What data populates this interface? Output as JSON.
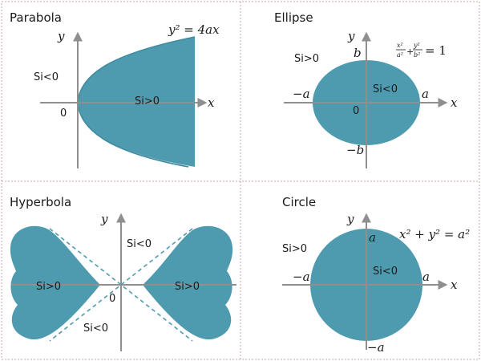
{
  "panels": {
    "parabola": {
      "title": "Parabola",
      "equation": "y² = 4ax",
      "x_label": "x",
      "y_label": "y",
      "origin": "0",
      "inside": "Si>0",
      "outside": "Si<0"
    },
    "ellipse": {
      "title": "Ellipse",
      "eq_x_num": "x²",
      "eq_x_den": "a²",
      "eq_plus": "+",
      "eq_y_num": "y²",
      "eq_y_den": "b²",
      "eq_rhs": "= 1",
      "x_label": "x",
      "y_label": "y",
      "origin": "0",
      "top": "b",
      "bottom": "−b",
      "left": "−a",
      "right": "a",
      "inside": "Si<0",
      "outside": "Si>0"
    },
    "hyperbola": {
      "title": "Hyperbola",
      "x_label": "x",
      "y_label": "y",
      "origin": "0",
      "left_inside": "Si>0",
      "right_inside": "Si>0",
      "top_outside": "Si<0",
      "bottom_outside": "Si<0"
    },
    "circle": {
      "title": "Circle",
      "equation": "x² + y² = a²",
      "x_label": "x",
      "y_label": "y",
      "top": "a",
      "bottom": "−a",
      "left": "−a",
      "right": "a",
      "inside": "Si<0",
      "outside": "Si>0"
    }
  },
  "colors": {
    "shape_fill": "#4e9bb0",
    "axis": "#8f8f8f",
    "divider": "#c9a3a3"
  }
}
